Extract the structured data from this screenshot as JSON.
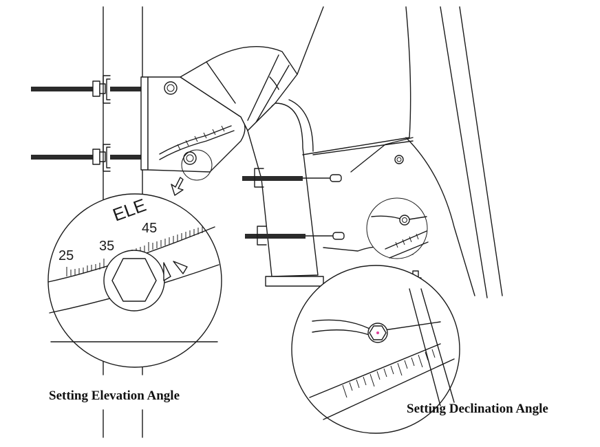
{
  "captions": {
    "elevation": "Setting Elevation Angle",
    "declination": "Setting Declination Angle"
  },
  "elevation_scale": {
    "label": "ELE",
    "ticks": [
      "25",
      "35",
      "45"
    ]
  },
  "colors": {
    "line": "#1a1a1a",
    "background": "#ffffff",
    "rod": "#2b2b2b",
    "marker": "#e0409a"
  }
}
